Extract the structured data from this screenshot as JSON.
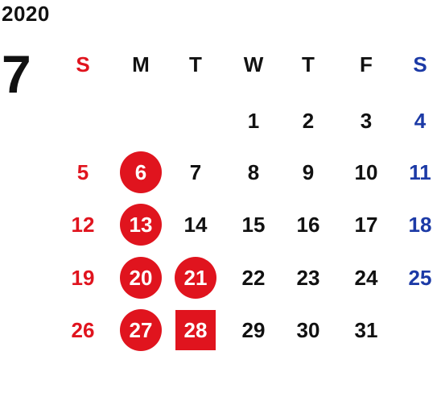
{
  "year": "2020",
  "month": "7",
  "colors": {
    "sunday": "#e0141e",
    "saturday": "#1c3aa6",
    "weekday": "#111111",
    "holiday_fill": "#e0141e",
    "highlight_text": "#ffffff"
  },
  "weekdays": [
    {
      "label": "S",
      "type": "sunday"
    },
    {
      "label": "M",
      "type": "weekday"
    },
    {
      "label": "T",
      "type": "weekday"
    },
    {
      "label": "W",
      "type": "weekday"
    },
    {
      "label": "T",
      "type": "weekday"
    },
    {
      "label": "F",
      "type": "weekday"
    },
    {
      "label": "S",
      "type": "saturday"
    }
  ],
  "weeks": [
    [
      null,
      null,
      null,
      {
        "d": "1"
      },
      {
        "d": "2"
      },
      {
        "d": "3"
      },
      {
        "d": "4"
      }
    ],
    [
      {
        "d": "5"
      },
      {
        "d": "6",
        "mark": "circle"
      },
      {
        "d": "7"
      },
      {
        "d": "8"
      },
      {
        "d": "9"
      },
      {
        "d": "10"
      },
      {
        "d": "11"
      }
    ],
    [
      {
        "d": "12"
      },
      {
        "d": "13",
        "mark": "circle"
      },
      {
        "d": "14"
      },
      {
        "d": "15"
      },
      {
        "d": "16"
      },
      {
        "d": "17"
      },
      {
        "d": "18"
      }
    ],
    [
      {
        "d": "19"
      },
      {
        "d": "20",
        "mark": "circle"
      },
      {
        "d": "21",
        "mark": "circle"
      },
      {
        "d": "22"
      },
      {
        "d": "23"
      },
      {
        "d": "24"
      },
      {
        "d": "25"
      }
    ],
    [
      {
        "d": "26"
      },
      {
        "d": "27",
        "mark": "circle"
      },
      {
        "d": "28",
        "mark": "square"
      },
      {
        "d": "29"
      },
      {
        "d": "30"
      },
      {
        "d": "31"
      },
      null
    ]
  ]
}
